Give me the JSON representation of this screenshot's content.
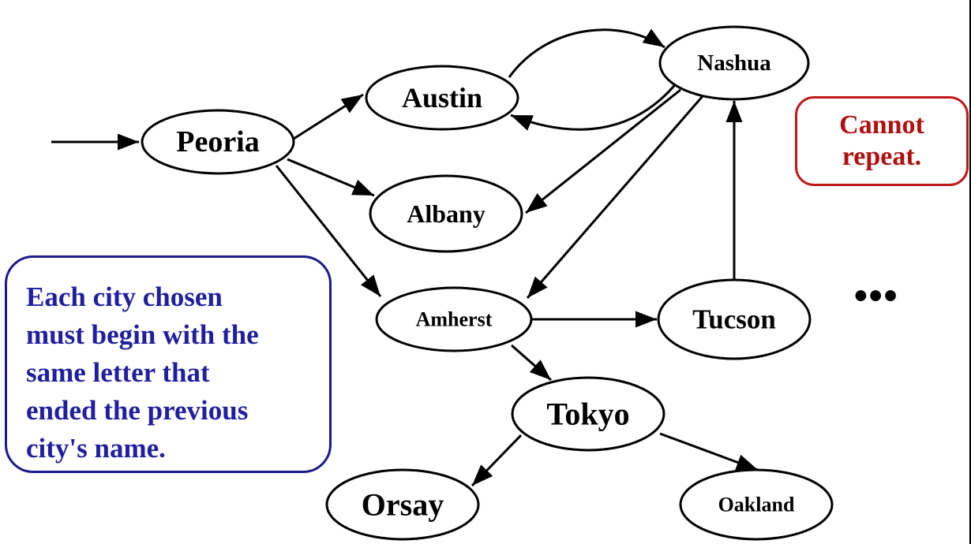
{
  "diagram": {
    "nodes": {
      "peoria": "Peoria",
      "austin": "Austin",
      "nashua": "Nashua",
      "albany": "Albany",
      "amherst": "Amherst",
      "tucson": "Tucson",
      "tokyo": "Tokyo",
      "orsay": "Orsay",
      "oakland": "Oakland"
    },
    "edges": [
      {
        "from": "start",
        "to": "Peoria"
      },
      {
        "from": "Peoria",
        "to": "Austin"
      },
      {
        "from": "Peoria",
        "to": "Albany"
      },
      {
        "from": "Peoria",
        "to": "Amherst"
      },
      {
        "from": "Austin",
        "to": "Nashua"
      },
      {
        "from": "Nashua",
        "to": "Austin"
      },
      {
        "from": "Nashua",
        "to": "Albany"
      },
      {
        "from": "Nashua",
        "to": "Amherst"
      },
      {
        "from": "Tucson",
        "to": "Nashua"
      },
      {
        "from": "Amherst",
        "to": "Tucson"
      },
      {
        "from": "Amherst",
        "to": "Tokyo"
      },
      {
        "from": "Tokyo",
        "to": "Orsay"
      },
      {
        "from": "Tokyo",
        "to": "Oakland"
      }
    ]
  },
  "notes": {
    "rule": "Each city chosen\nmust begin with the\nsame letter that\nended the previous\ncity's name.",
    "repeat": "Cannot\nrepeat.",
    "ellipsis": "•••"
  },
  "colors": {
    "rule_text": "#1f1fa0",
    "rule_border": "#1a1a8c",
    "repeat_text": "#b01010",
    "repeat_border": "#c01818"
  }
}
